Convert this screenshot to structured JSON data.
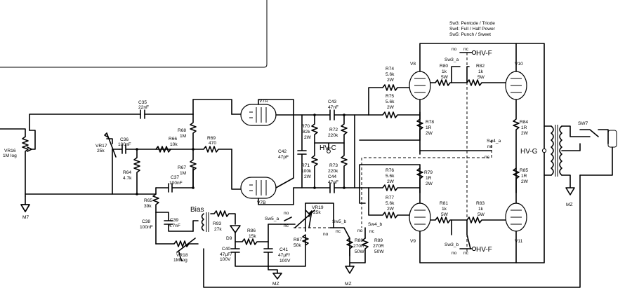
{
  "notes": [
    "Sw3: Pentode / Triode",
    "Sw4: Full / Half Power",
    "Sw5: Punch / Sweet"
  ],
  "labels": {
    "vr16_name": "VR16",
    "vr16_value": "1M log",
    "m7": "M7",
    "c35_name": "C35",
    "c35_value": "22nF",
    "vr17_name": "VR17",
    "vr17_value": "25k",
    "c36_name": "C36",
    "c36_value": "100nF",
    "r64_name": "R64",
    "r64_value": "4.7k",
    "r66_name": "R66",
    "r66_value": "10k",
    "r68_name": "R68",
    "r68_value": "1M",
    "r69_name": "R69",
    "r69_value": "470",
    "r67_name": "R67",
    "r67_value": "1M",
    "c37_name": "C37",
    "c37_value": "100nF",
    "r65_name": "R65",
    "r65_value": "39k",
    "bias": "Bias",
    "c38_name": "C38",
    "c38_value": "100nF",
    "c39_name": "C39",
    "c39_value": "4.7nF",
    "vr18_name": "VR18",
    "vr18_value": "1M log",
    "r93_name": "R93",
    "r93_value": "27k",
    "d9": "D9",
    "r86_name": "R86",
    "r86_value": "15k",
    "c40_name": "C40",
    "c40_value": "47µF/",
    "c40_voltage": "100V",
    "c41_name": "C41",
    "c41_value": "47µF/",
    "c41_voltage": "100V",
    "mz": "MZ",
    "r87_name": "R87",
    "r87_value": "50k",
    "vr19_name": "VR19",
    "vr19_value": "25k",
    "sw5a": "Sw5_a",
    "sw5b": "Sw5_b",
    "sw4b": "Sw4_b",
    "no": "no",
    "nc": "nc",
    "r88_name": "R88",
    "r88_value": "270R",
    "r88_power": "50W",
    "r89_name": "R89",
    "r89_value": "270R",
    "r89_power": "50W",
    "v7a": "V7A",
    "v7b": "V7B",
    "c42_name": "C42",
    "c42_value": "47pF",
    "c43_name": "C43",
    "c43_value": "47nF",
    "r70_name": "R70",
    "r70_value": "82k",
    "r70_power": "2W",
    "r72_name": "R72",
    "r72_value": "220k",
    "hv_c": "HV-C",
    "r71_name": "R71",
    "r71_value": "100k",
    "r71_power": "2W",
    "r73_name": "R73",
    "r73_value": "220k",
    "c44_name": "C44",
    "c44_value": "47nF",
    "r74_name": "R74",
    "r74_value": "5.6k",
    "r74_power": "2W",
    "r75_name": "R75",
    "r75_value": "5.6k",
    "r75_power": "2W",
    "r76_name": "R76",
    "r76_value": "5.6k",
    "r76_power": "2W",
    "r77_name": "R77",
    "r77_value": "5.6k",
    "r77_power": "2W",
    "v8": "V8",
    "v9": "V9",
    "v10": "V10",
    "v11": "V11",
    "r80_name": "R80",
    "r80_value": "1k",
    "r80_power": "5W",
    "r82_name": "R82",
    "r82_value": "1k",
    "r82_power": "5W",
    "r81_name": "R81",
    "r81_value": "1k",
    "r81_power": "5W",
    "r83_name": "R83",
    "r83_value": "1k",
    "r83_power": "5W",
    "r78_name": "R78",
    "r78_value": "1R",
    "r78_power": "2W",
    "r79_name": "R79",
    "r79_value": "1R",
    "r79_power": "2W",
    "r84_name": "R84",
    "r84_value": "1R",
    "r84_power": "2W",
    "r85_name": "R85",
    "r85_value": "1R",
    "r85_power": "2W",
    "sw3a": "Sw3_a",
    "sw3b": "Sw3_b",
    "hv_f": "HV-F",
    "sw4a": "Sw4_a",
    "hv_g": "HV-G",
    "sw7": "SW7"
  }
}
